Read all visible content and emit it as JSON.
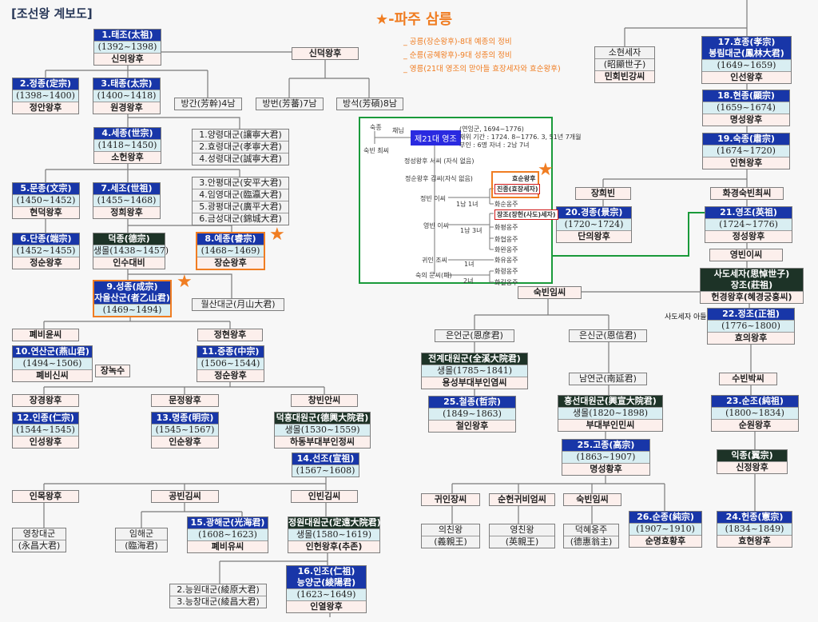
{
  "title": "[조선왕 계보도]",
  "legend": {
    "heading": "-파주 삼릉",
    "notes": [
      "_ 공릉(장순왕후)-8대 예종의 정비",
      "_ 순릉(공혜왕후)-9대 성종의 정비",
      "_ 영릉(21대 영조의 맏아들 효장세자와 효순왕후)"
    ],
    "color": "#f07d22"
  },
  "side_label": "사도세자 아들",
  "nodes": [
    {
      "id": "taejo",
      "type": "king",
      "header": [
        "1.태조(太祖)"
      ],
      "rows": [
        {
          "t": "(1392~1398)",
          "k": "y"
        },
        {
          "t": "신의왕후",
          "k": "q"
        }
      ]
    },
    {
      "id": "sindeok",
      "type": "plain",
      "rows": [
        {
          "t": "신덕왕후",
          "k": "q"
        }
      ]
    },
    {
      "id": "jeongjong",
      "type": "king",
      "header": [
        "2.정종(定宗)"
      ],
      "rows": [
        {
          "t": "(1398~1400)",
          "k": "y"
        },
        {
          "t": "정안왕후",
          "k": "q"
        }
      ]
    },
    {
      "id": "taejong",
      "type": "king",
      "header": [
        "3.태종(太宗)"
      ],
      "rows": [
        {
          "t": "(1400~1418)",
          "k": "y"
        },
        {
          "t": "원경왕후",
          "k": "q"
        }
      ]
    },
    {
      "id": "banggan",
      "type": "plain",
      "rows": [
        {
          "t": "방간(芳幹)4남",
          "k": "g"
        }
      ]
    },
    {
      "id": "bangbeon",
      "type": "plain",
      "rows": [
        {
          "t": "방번(芳蕃)7남",
          "k": "g"
        }
      ]
    },
    {
      "id": "bangseok",
      "type": "plain",
      "rows": [
        {
          "t": "방석(芳碩)8남",
          "k": "g"
        }
      ]
    },
    {
      "id": "sejong",
      "type": "king",
      "header": [
        "4.세종(世宗)"
      ],
      "rows": [
        {
          "t": "(1418~1450)",
          "k": "y"
        },
        {
          "t": "소헌왕후",
          "k": "q"
        }
      ]
    },
    {
      "id": "sejong_bros",
      "type": "plain",
      "rows": [
        {
          "t": "1.양령대군(讓寧大君)",
          "k": "g"
        },
        {
          "t": "2.효령대군(孝寧大君)",
          "k": "g"
        },
        {
          "t": "4.성령대군(誠寧大君)",
          "k": "g"
        }
      ]
    },
    {
      "id": "munjong",
      "type": "king",
      "header": [
        "5.문종(文宗)"
      ],
      "rows": [
        {
          "t": "(1450~1452)",
          "k": "y"
        },
        {
          "t": "현덕왕후",
          "k": "q"
        }
      ]
    },
    {
      "id": "sejo",
      "type": "king",
      "header": [
        "7.세조(世祖)"
      ],
      "rows": [
        {
          "t": "(1455~1468)",
          "k": "y"
        },
        {
          "t": "정희왕후",
          "k": "q"
        }
      ]
    },
    {
      "id": "sejo_bros",
      "type": "plain",
      "rows": [
        {
          "t": "3.안평대군(安平大君)",
          "k": "g"
        },
        {
          "t": "4.임영대군(臨瀛大君)",
          "k": "g"
        },
        {
          "t": "5.광평대군(廣平大君)",
          "k": "g"
        },
        {
          "t": "6.금성대군(錦城大君)",
          "k": "g"
        }
      ]
    },
    {
      "id": "danjong",
      "type": "king",
      "header": [
        "6.단종(端宗)"
      ],
      "rows": [
        {
          "t": "(1452~1455)",
          "k": "y"
        },
        {
          "t": "정순왕후",
          "k": "q"
        }
      ]
    },
    {
      "id": "deokjong",
      "type": "prince",
      "header": [
        "덕종(德宗)"
      ],
      "rows": [
        {
          "t": "생몰(1438~1457)",
          "k": "y"
        },
        {
          "t": "인수대비",
          "k": "q"
        }
      ]
    },
    {
      "id": "yejong",
      "type": "king",
      "highlight": true,
      "header": [
        "8.예종(睿宗)"
      ],
      "rows": [
        {
          "t": "(1468~1469)",
          "k": "y"
        },
        {
          "t": "장순왕후",
          "k": "q"
        }
      ]
    },
    {
      "id": "seongjong",
      "type": "king",
      "highlight": true,
      "header": [
        "9.성종(成宗)",
        "자을산군(者乙山君)"
      ],
      "rows": [
        {
          "t": "(1469~1494)",
          "k": "y"
        }
      ]
    },
    {
      "id": "wolsan",
      "type": "plain",
      "rows": [
        {
          "t": "월산대군(月山大君)",
          "k": "g"
        }
      ]
    },
    {
      "id": "pyebi_yun",
      "type": "plain",
      "rows": [
        {
          "t": "폐비윤씨",
          "k": "q"
        }
      ]
    },
    {
      "id": "jeonghyeon",
      "type": "plain",
      "rows": [
        {
          "t": "정현왕후",
          "k": "q"
        }
      ]
    },
    {
      "id": "yeonsan",
      "type": "king",
      "header": [
        "10.연산군(燕山君)"
      ],
      "rows": [
        {
          "t": "(1494~1506)",
          "k": "y"
        },
        {
          "t": "폐비신씨",
          "k": "q"
        }
      ]
    },
    {
      "id": "jangnoksu",
      "type": "plain",
      "rows": [
        {
          "t": "장녹수",
          "k": "q"
        }
      ]
    },
    {
      "id": "jungjong",
      "type": "king",
      "header": [
        "11.중종(中宗)"
      ],
      "rows": [
        {
          "t": "(1506~1544)",
          "k": "y"
        },
        {
          "t": "정순왕후",
          "k": "q"
        }
      ]
    },
    {
      "id": "janggyeong",
      "type": "plain",
      "rows": [
        {
          "t": "장경왕후",
          "k": "q"
        }
      ]
    },
    {
      "id": "munjeong",
      "type": "plain",
      "rows": [
        {
          "t": "문정왕후",
          "k": "q"
        }
      ]
    },
    {
      "id": "changbin",
      "type": "plain",
      "rows": [
        {
          "t": "창빈안씨",
          "k": "q"
        }
      ]
    },
    {
      "id": "injong",
      "type": "king",
      "header": [
        "12.인종(仁宗)"
      ],
      "rows": [
        {
          "t": "(1544~1545)",
          "k": "y"
        },
        {
          "t": "인성왕후",
          "k": "q"
        }
      ]
    },
    {
      "id": "myeongjong",
      "type": "king",
      "header": [
        "13.명종(明宗)"
      ],
      "rows": [
        {
          "t": "(1545~1567)",
          "k": "y"
        },
        {
          "t": "인순왕후",
          "k": "q"
        }
      ]
    },
    {
      "id": "deokheung",
      "type": "prince",
      "header": [
        "덕흥대원군(德興大院君)"
      ],
      "rows": [
        {
          "t": "생몰(1530~1559)",
          "k": "y"
        },
        {
          "t": "하동부대부인정씨",
          "k": "q"
        }
      ]
    },
    {
      "id": "seonjo",
      "type": "king",
      "header": [
        "14.선조(宣祖)"
      ],
      "rows": [
        {
          "t": "(1567~1608)",
          "k": "y"
        }
      ]
    },
    {
      "id": "inmok",
      "type": "plain",
      "rows": [
        {
          "t": "인목왕후",
          "k": "q"
        }
      ]
    },
    {
      "id": "gongbin",
      "type": "plain",
      "rows": [
        {
          "t": "공빈김씨",
          "k": "q"
        }
      ]
    },
    {
      "id": "inbin",
      "type": "plain",
      "rows": [
        {
          "t": "인빈김씨",
          "k": "q"
        }
      ]
    },
    {
      "id": "yeongchang",
      "type": "plain",
      "rows": [
        {
          "t": "영창대군",
          "k": "g"
        },
        {
          "t": "(永昌大君)",
          "k": "g"
        }
      ]
    },
    {
      "id": "imhae",
      "type": "plain",
      "rows": [
        {
          "t": "임해군",
          "k": "g"
        },
        {
          "t": "(臨海君)",
          "k": "g"
        }
      ]
    },
    {
      "id": "gwanghae",
      "type": "king",
      "header": [
        "15.광해군(光海君)"
      ],
      "rows": [
        {
          "t": "(1608~1623)",
          "k": "y"
        },
        {
          "t": "폐비유씨",
          "k": "q"
        }
      ]
    },
    {
      "id": "jeongwon",
      "type": "prince",
      "header": [
        "정원대원군(定遠大院君)"
      ],
      "rows": [
        {
          "t": "생몰(1580~1619)",
          "k": "y"
        },
        {
          "t": "인헌왕후(추존)",
          "k": "q"
        }
      ]
    },
    {
      "id": "injo_bros",
      "type": "plain",
      "rows": [
        {
          "t": "2.능원대군(綾原大君)",
          "k": "g"
        },
        {
          "t": "3.능창대군(綾昌大君)",
          "k": "g"
        }
      ]
    },
    {
      "id": "injo",
      "type": "king",
      "header": [
        "16.인조(仁祖)",
        "능양군(綾陽君)"
      ],
      "rows": [
        {
          "t": "(1623~1649)",
          "k": "y"
        },
        {
          "t": "인열왕후",
          "k": "q"
        }
      ]
    },
    {
      "id": "sohyeon",
      "type": "plain",
      "rows": [
        {
          "t": "소현세자",
          "k": "g"
        },
        {
          "t": "(昭顯世子)",
          "k": "g"
        },
        {
          "t": "민회빈강씨",
          "k": "q"
        }
      ]
    },
    {
      "id": "hyojong",
      "type": "king",
      "header": [
        "17.효종(孝宗)",
        "봉림대군(鳳林大君)"
      ],
      "rows": [
        {
          "t": "(1649~1659)",
          "k": "y"
        },
        {
          "t": "인선왕후",
          "k": "q"
        }
      ]
    },
    {
      "id": "hyeonjong",
      "type": "king",
      "header": [
        "18.현종(顯宗)"
      ],
      "rows": [
        {
          "t": "(1659~1674)",
          "k": "y"
        },
        {
          "t": "명성왕후",
          "k": "q"
        }
      ]
    },
    {
      "id": "sukjong",
      "type": "king",
      "header": [
        "19.숙종(肅宗)"
      ],
      "rows": [
        {
          "t": "(1674~1720)",
          "k": "y"
        },
        {
          "t": "인현왕후",
          "k": "q"
        }
      ]
    },
    {
      "id": "janghuibin",
      "type": "plain",
      "rows": [
        {
          "t": "장희빈",
          "k": "q"
        }
      ]
    },
    {
      "id": "hwagyeong",
      "type": "plain",
      "rows": [
        {
          "t": "화경숙빈최씨",
          "k": "q"
        }
      ]
    },
    {
      "id": "gyeongjong",
      "type": "king",
      "header": [
        "20.경종(景宗)"
      ],
      "rows": [
        {
          "t": "(1720~1724)",
          "k": "y"
        },
        {
          "t": "단의왕후",
          "k": "q"
        }
      ]
    },
    {
      "id": "yeongjo",
      "type": "king",
      "header": [
        "21.영조(英祖)"
      ],
      "rows": [
        {
          "t": "(1724~1776)",
          "k": "y"
        },
        {
          "t": "정성왕후",
          "k": "q"
        }
      ]
    },
    {
      "id": "yeongbin",
      "type": "plain",
      "rows": [
        {
          "t": "영빈이씨",
          "k": "q"
        }
      ]
    },
    {
      "id": "sado",
      "type": "prince",
      "header": [
        "사도세자(思悼世子)",
        "장조(莊祖)"
      ],
      "rows": [
        {
          "t": "헌경왕후(혜경궁홍씨)",
          "k": "q"
        }
      ]
    },
    {
      "id": "sukbin_im1",
      "type": "plain",
      "rows": [
        {
          "t": "숙빈임씨",
          "k": "q"
        }
      ]
    },
    {
      "id": "jeongjo",
      "type": "king",
      "header": [
        "22.정조(正祖)"
      ],
      "rows": [
        {
          "t": "(1776~1800)",
          "k": "y"
        },
        {
          "t": "효의왕후",
          "k": "q"
        }
      ]
    },
    {
      "id": "euneon",
      "type": "plain",
      "rows": [
        {
          "t": "은언군(恩彦君)",
          "k": "g"
        }
      ]
    },
    {
      "id": "eunsin",
      "type": "plain",
      "rows": [
        {
          "t": "은신군(恩信君)",
          "k": "g"
        }
      ]
    },
    {
      "id": "jeongye",
      "type": "prince",
      "header": [
        "전계대원군(全溪大院君)"
      ],
      "rows": [
        {
          "t": "생몰(1785~1841)",
          "k": "y"
        },
        {
          "t": "용성부대부인염씨",
          "k": "q"
        }
      ]
    },
    {
      "id": "namyeon",
      "type": "plain",
      "rows": [
        {
          "t": "남연군(南延君)",
          "k": "g"
        }
      ]
    },
    {
      "id": "subin",
      "type": "plain",
      "rows": [
        {
          "t": "수빈박씨",
          "k": "q"
        }
      ]
    },
    {
      "id": "cheoljong",
      "type": "king",
      "header": [
        "25.철종(哲宗)"
      ],
      "rows": [
        {
          "t": "(1849~1863)",
          "k": "y"
        },
        {
          "t": "철인왕후",
          "k": "q"
        }
      ]
    },
    {
      "id": "heungseon",
      "type": "prince",
      "header": [
        "흥선대원군(興宣大院君)"
      ],
      "rows": [
        {
          "t": "생몰(1820~1898)",
          "k": "y"
        },
        {
          "t": "부대부인민씨",
          "k": "q"
        }
      ]
    },
    {
      "id": "sunjo",
      "type": "king",
      "header": [
        "23.순조(純祖)"
      ],
      "rows": [
        {
          "t": "(1800~1834)",
          "k": "y"
        },
        {
          "t": "순원왕후",
          "k": "q"
        }
      ]
    },
    {
      "id": "gojong",
      "type": "king",
      "header": [
        "25.고종(高宗)"
      ],
      "rows": [
        {
          "t": "(1863~1907)",
          "k": "y"
        },
        {
          "t": "명성황후",
          "k": "q"
        }
      ]
    },
    {
      "id": "ikjong",
      "type": "prince",
      "header": [
        "익종(翼宗)"
      ],
      "rows": [
        {
          "t": "신정왕후",
          "k": "q"
        }
      ]
    },
    {
      "id": "gwiin_jang",
      "type": "plain",
      "rows": [
        {
          "t": "귀인장씨",
          "k": "q"
        }
      ]
    },
    {
      "id": "sunheon",
      "type": "plain",
      "rows": [
        {
          "t": "순헌귀비엄씨",
          "k": "q"
        }
      ]
    },
    {
      "id": "sukbin_im2",
      "type": "plain",
      "rows": [
        {
          "t": "숙빈임씨",
          "k": "q"
        }
      ]
    },
    {
      "id": "uichin",
      "type": "plain",
      "rows": [
        {
          "t": "의친왕",
          "k": "g"
        },
        {
          "t": "(義親王)",
          "k": "g"
        }
      ]
    },
    {
      "id": "yeongchin",
      "type": "plain",
      "rows": [
        {
          "t": "영친왕",
          "k": "g"
        },
        {
          "t": "(英親王)",
          "k": "g"
        }
      ]
    },
    {
      "id": "deokhye",
      "type": "plain",
      "rows": [
        {
          "t": "덕혜옹주",
          "k": "g"
        },
        {
          "t": "(德惠翁主)",
          "k": "g"
        }
      ]
    },
    {
      "id": "sunjong",
      "type": "king",
      "header": [
        "26.순종(純宗)"
      ],
      "rows": [
        {
          "t": "(1907~1910)",
          "k": "y"
        },
        {
          "t": "순명효황후",
          "k": "q"
        }
      ]
    },
    {
      "id": "heonjong",
      "type": "king",
      "header": [
        "24.헌종(憲宗)"
      ],
      "rows": [
        {
          "t": "(1834~1849)",
          "k": "y"
        },
        {
          "t": "효현왕후",
          "k": "q"
        }
      ]
    }
  ],
  "inset": {
    "items": [
      {
        "id": "sukjong",
        "t": "숙종"
      },
      {
        "id": "son",
        "t": "채님"
      },
      {
        "id": "title",
        "t": "제21대 영조"
      },
      {
        "id": "info1",
        "t": "(연잉군, 1694~1776)"
      },
      {
        "id": "info2",
        "t": "재위 기간 : 1724. 8~1776. 3, 51년 7개월"
      },
      {
        "id": "info3",
        "t": "부인 : 6명 자녀 : 2남 7녀"
      },
      {
        "id": "mother",
        "t": "숙빈 최씨"
      },
      {
        "id": "w1",
        "t": "정성왕후 서씨 (자식 없음)"
      },
      {
        "id": "w2",
        "t": "정순왕후 김씨(자식 없음)"
      },
      {
        "id": "w3",
        "t": "정빈 이씨"
      },
      {
        "id": "w3c",
        "t": "1남 1녀"
      },
      {
        "id": "hyosun",
        "t": "효순왕후"
      },
      {
        "id": "jinjong",
        "t": "진종(효장세자)"
      },
      {
        "id": "hwasun",
        "t": "화순옹주"
      },
      {
        "id": "w4",
        "t": "영빈 이씨"
      },
      {
        "id": "w4c",
        "t": "1남 3녀"
      },
      {
        "id": "jangjo",
        "t": "장조(장헌(사도)세자)"
      },
      {
        "id": "hwapyeong",
        "t": "화평옹주"
      },
      {
        "id": "hwahyeop",
        "t": "화협옹주"
      },
      {
        "id": "hwawan",
        "t": "화완옹주"
      },
      {
        "id": "w5",
        "t": "귀인 조씨"
      },
      {
        "id": "w5c",
        "t": "1녀"
      },
      {
        "id": "hwayu",
        "t": "화유옹주"
      },
      {
        "id": "w6",
        "t": "숙의 문씨(폐)"
      },
      {
        "id": "w6c",
        "t": "2녀"
      },
      {
        "id": "hwaryeong",
        "t": "화령옹주"
      },
      {
        "id": "hwagil",
        "t": "화길옹주"
      }
    ]
  }
}
